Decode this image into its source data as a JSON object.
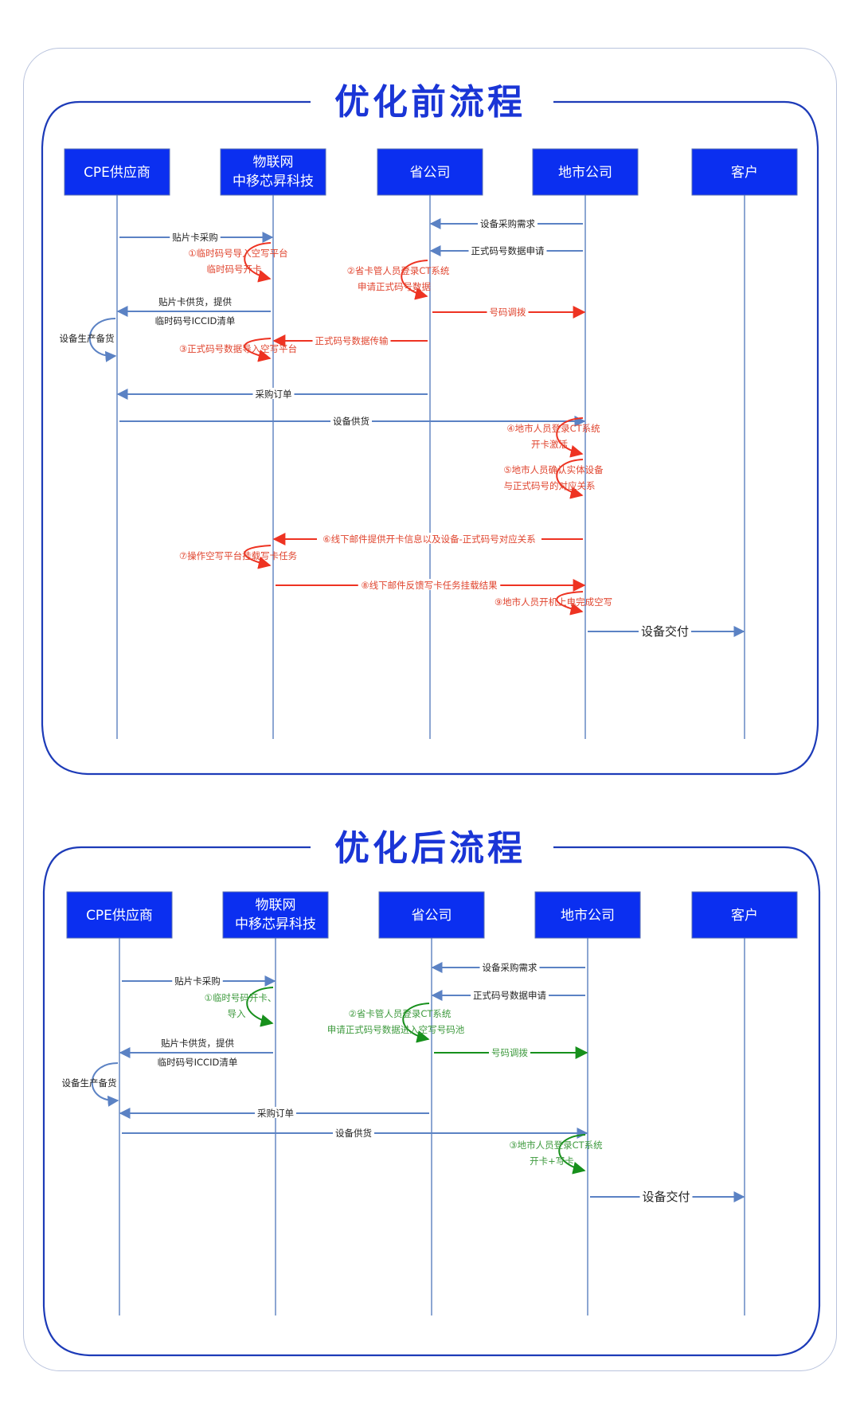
{
  "colors": {
    "title": "#1a35d6",
    "panel_border": "#1d3bb8",
    "actor_fill": "#0b2ff0",
    "actor_border": "#5a6fb0",
    "lifeline": "#6f8fc6",
    "arrow_blue": "#5b82c4",
    "arrow_red": "#ee3322",
    "arrow_green": "#17901c",
    "text_black": "#222222",
    "text_red": "#e0452f",
    "text_green": "#3e9a3e"
  },
  "diagrams": [
    {
      "id": "before",
      "title": "优化前流程",
      "actors": [
        {
          "lines": [
            "CPE供应商"
          ]
        },
        {
          "lines": [
            "物联网",
            "中移芯昇科技"
          ]
        },
        {
          "lines": [
            "省公司"
          ]
        },
        {
          "lines": [
            "地市公司"
          ]
        },
        {
          "lines": [
            "客户"
          ]
        }
      ],
      "messages": [
        {
          "from": 3,
          "to": 2,
          "label": [
            "设备采购需求"
          ],
          "color": "blue",
          "row": 0
        },
        {
          "from": 0,
          "to": 1,
          "label": [
            "贴片卡采购"
          ],
          "color": "blue",
          "row": 1
        },
        {
          "from": 3,
          "to": 2,
          "label": [
            "正式码号数据申请"
          ],
          "color": "blue",
          "row": 2
        },
        {
          "self": 1,
          "label": [
            "①临时码号导入空写平台",
            "临时码号开卡"
          ],
          "color": "red",
          "row": 3
        },
        {
          "self": 2,
          "label": [
            "②省卡管人员登录CT系统",
            "申请正式码号数据"
          ],
          "color": "red",
          "row": 4
        },
        {
          "from": 2,
          "to": 3,
          "label": [
            "号码调拨"
          ],
          "color": "red",
          "row": 5
        },
        {
          "from": 1,
          "to": 0,
          "label": [
            "贴片卡供货，提供",
            "临时码号ICCID清单"
          ],
          "color": "blue",
          "row": 6
        },
        {
          "self_left": 0,
          "label": [
            "设备生产备货"
          ],
          "color": "blue",
          "row": 7
        },
        {
          "from": 2,
          "to": 1,
          "label": [
            "正式码号数据传输"
          ],
          "color": "red",
          "row": 8
        },
        {
          "self": 1,
          "label": [
            "③正式码号数据导入空写平台"
          ],
          "color": "red",
          "row": 9
        },
        {
          "from": 2,
          "to": 0,
          "label": [
            "采购订单"
          ],
          "color": "blue",
          "row": 10
        },
        {
          "from": 0,
          "to": 3,
          "label": [
            "设备供货"
          ],
          "color": "blue",
          "row": 11
        },
        {
          "self": 3,
          "label": [
            "④地市人员登录CT系统",
            "开卡激活"
          ],
          "color": "red",
          "row": 12
        },
        {
          "self": 3,
          "label": [
            "⑤地市人员确认实体设备",
            "与正式码号的对应关系"
          ],
          "color": "red",
          "row": 13
        },
        {
          "from": 3,
          "to": 1,
          "label": [
            "⑥线下邮件提供开卡信息以及设备-正式码号对应关系"
          ],
          "color": "red",
          "row": 14
        },
        {
          "self": 1,
          "label": [
            "⑦操作空写平台挂载写卡任务"
          ],
          "color": "red",
          "row": 15
        },
        {
          "from": 1,
          "to": 3,
          "label": [
            "⑧线下邮件反馈写卡任务挂载结果"
          ],
          "color": "red",
          "row": 16
        },
        {
          "self": 3,
          "label": [
            "⑨地市人员开机上电完成空写"
          ],
          "color": "red",
          "row": 17
        },
        {
          "from": 3,
          "to": 4,
          "label": [
            "设备交付"
          ],
          "color": "blue",
          "row": 18
        }
      ]
    },
    {
      "id": "after",
      "title": "优化后流程",
      "actors": [
        {
          "lines": [
            "CPE供应商"
          ]
        },
        {
          "lines": [
            "物联网",
            "中移芯昇科技"
          ]
        },
        {
          "lines": [
            "省公司"
          ]
        },
        {
          "lines": [
            "地市公司"
          ]
        },
        {
          "lines": [
            "客户"
          ]
        }
      ],
      "messages": [
        {
          "from": 3,
          "to": 2,
          "label": [
            "设备采购需求"
          ],
          "color": "blue"
        },
        {
          "from": 0,
          "to": 1,
          "label": [
            "贴片卡采购"
          ],
          "color": "blue"
        },
        {
          "from": 3,
          "to": 2,
          "label": [
            "正式码号数据申请"
          ],
          "color": "blue"
        },
        {
          "self": 1,
          "label": [
            "①临时号码开卡、",
            "导入"
          ],
          "color": "green"
        },
        {
          "self": 2,
          "label": [
            "②省卡管人员登录CT系统",
            "申请正式码号数据进入空写号码池"
          ],
          "color": "green"
        },
        {
          "from": 2,
          "to": 3,
          "label": [
            "号码调拨"
          ],
          "color": "green"
        },
        {
          "from": 1,
          "to": 0,
          "label": [
            "贴片卡供货，提供",
            "临时码号ICCID清单"
          ],
          "color": "blue"
        },
        {
          "self_left": 0,
          "label": [
            "设备生产备货"
          ],
          "color": "blue"
        },
        {
          "from": 2,
          "to": 0,
          "label": [
            "采购订单"
          ],
          "color": "blue"
        },
        {
          "from": 0,
          "to": 3,
          "label": [
            "设备供货"
          ],
          "color": "blue"
        },
        {
          "self": 3,
          "label": [
            "③地市人员登录CT系统",
            "开卡+写卡"
          ],
          "color": "green"
        },
        {
          "from": 3,
          "to": 4,
          "label": [
            "设备交付"
          ],
          "color": "blue"
        }
      ]
    }
  ]
}
